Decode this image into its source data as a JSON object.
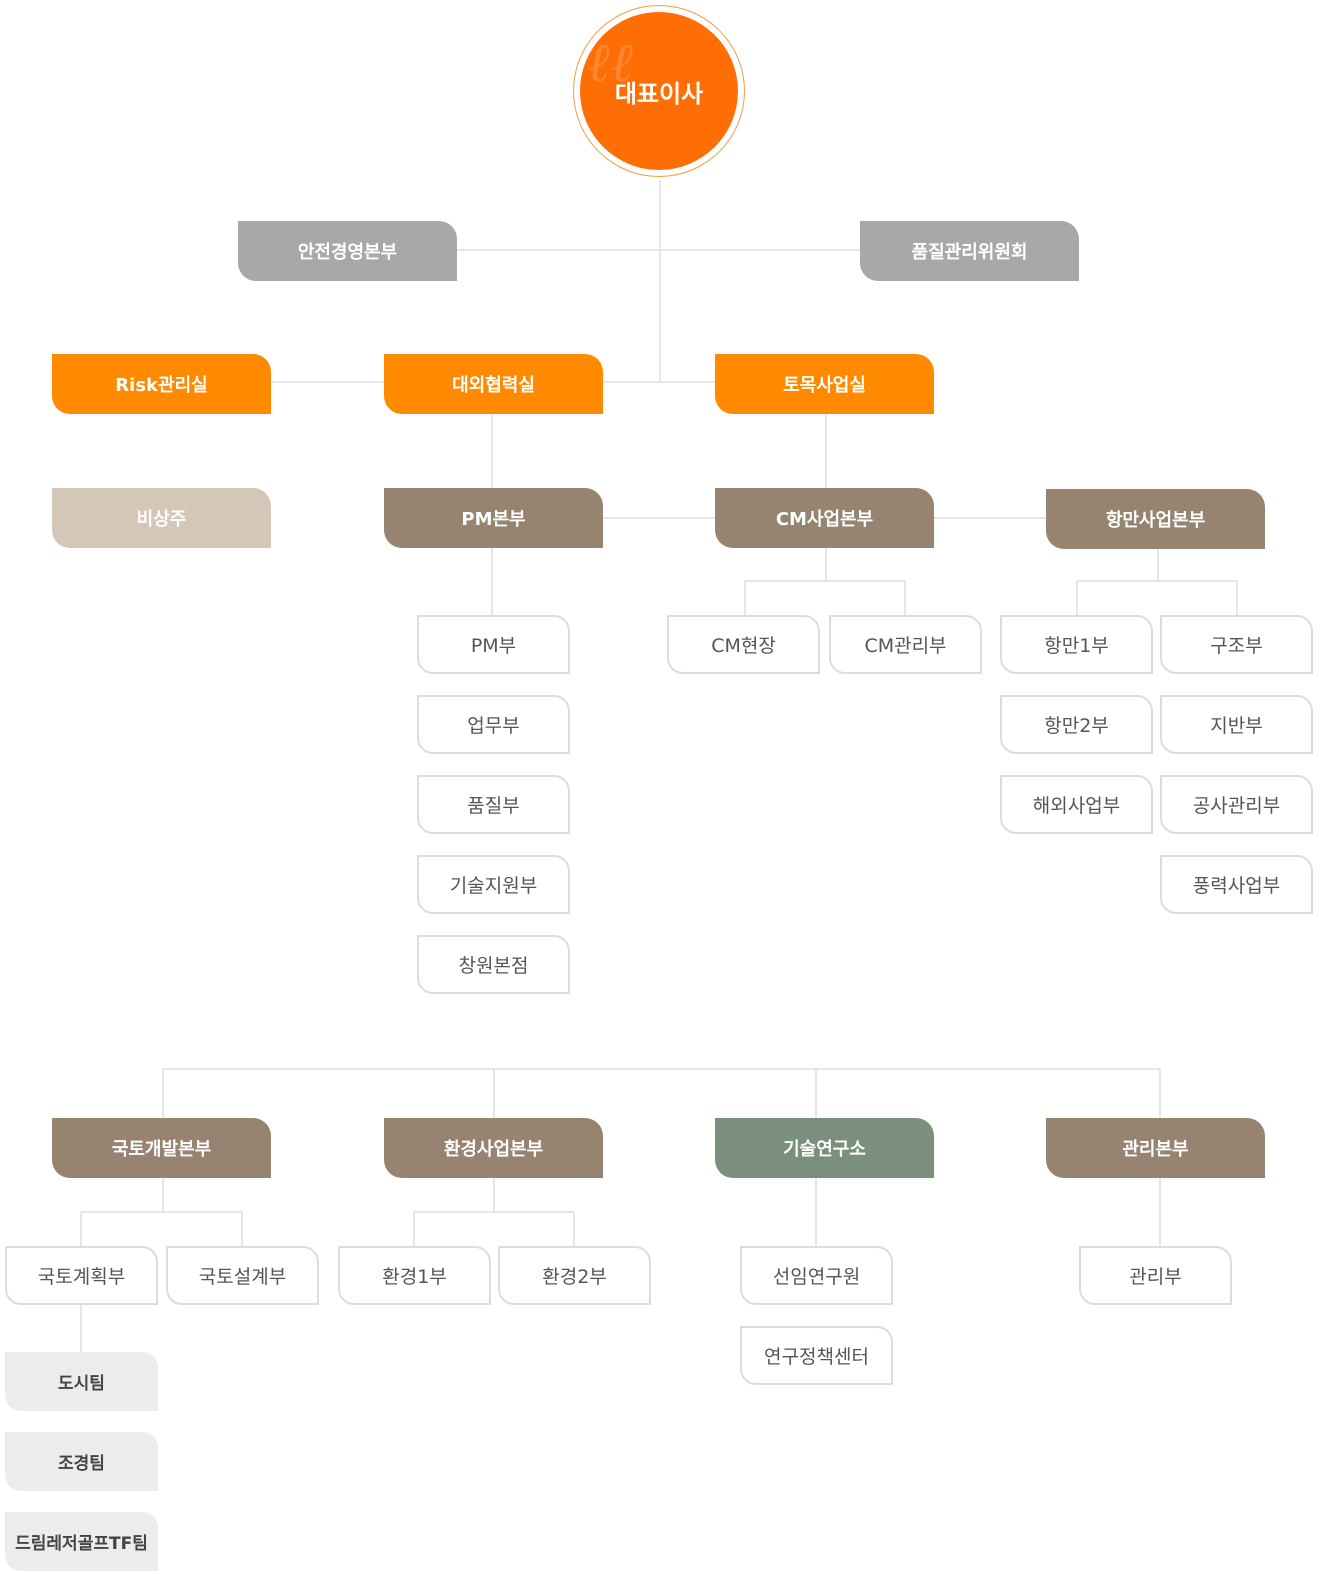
{
  "ceo": "대표이사",
  "advisory": {
    "safety": "안전경영본부",
    "quality_committee": "품질관리위원회"
  },
  "offices": {
    "risk": "Risk관리실",
    "external": "대외협력실",
    "civil": "토목사업실"
  },
  "non_standing": "비상주",
  "hq": {
    "pm": "PM본부",
    "cm": "CM사업본부",
    "port": "항만사업본부"
  },
  "pm_depts": [
    "PM부",
    "업무부",
    "품질부",
    "기술지원부",
    "창원본점"
  ],
  "cm_depts": [
    "CM현장",
    "CM관리부"
  ],
  "port_depts": [
    "항만1부",
    "구조부",
    "항만2부",
    "지반부",
    "해외사업부",
    "공사관리부",
    "풍력사업부"
  ],
  "bottom_hq": {
    "land": "국토개발본부",
    "env": "환경사업본부",
    "lab": "기술연구소",
    "admin": "관리본부"
  },
  "land_depts": [
    "국토계획부",
    "국토설계부"
  ],
  "land_teams": [
    "도시팀",
    "조경팀",
    "드림레저골프TF팀"
  ],
  "env_depts": [
    "환경1부",
    "환경2부"
  ],
  "lab_depts": [
    "선임연구원",
    "연구정책센터"
  ],
  "admin_depts": [
    "관리부"
  ],
  "colors": {
    "ceo": "#ff6d05",
    "orange": "#ff8a00",
    "gray": "#a8a8a8",
    "beige": "#d5c7b8",
    "brown": "#968370",
    "green": "#7b907c",
    "line": "#dddddd"
  }
}
